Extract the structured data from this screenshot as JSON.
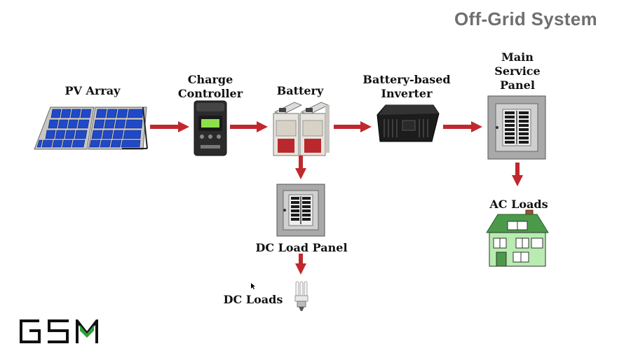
{
  "title": "Off-Grid System",
  "labels": {
    "pv_array": "PV Array",
    "charge_controller": "Charge\nController",
    "battery": "Battery",
    "inverter": "Battery-based\nInverter",
    "main_panel": "Main\nService\nPanel",
    "ac_loads": "AC Loads",
    "dc_load_panel": "DC Load Panel",
    "dc_loads": "DC Loads"
  },
  "logo_text": "GSM",
  "colors": {
    "arrow": "#c0282d",
    "title": "#6f6f6f",
    "house": "#7ed07e",
    "solar": "#1f49c8"
  }
}
